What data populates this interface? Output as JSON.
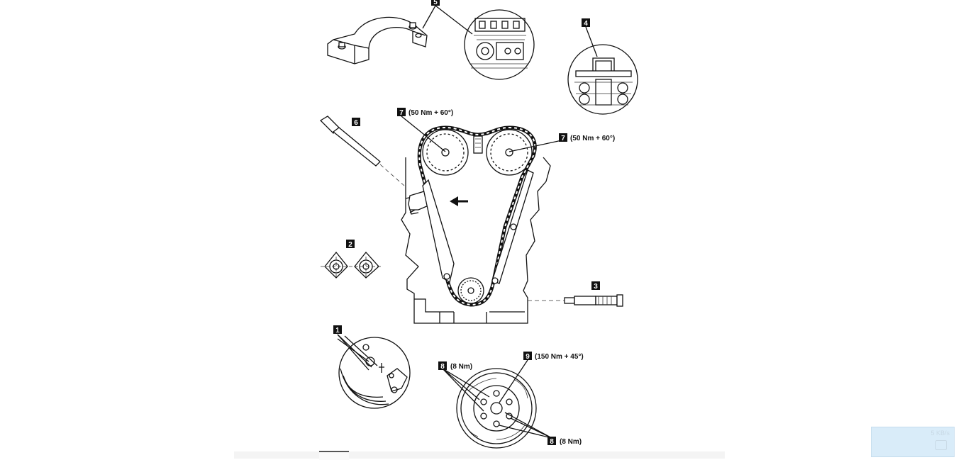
{
  "diagram": {
    "callouts": {
      "c1": {
        "num": "1",
        "text": ""
      },
      "c2": {
        "num": "2",
        "text": ""
      },
      "c3": {
        "num": "3",
        "text": ""
      },
      "c4": {
        "num": "4",
        "text": ""
      },
      "c5": {
        "num": "5",
        "text": ""
      },
      "c6": {
        "num": "6",
        "text": ""
      },
      "c7a": {
        "num": "7",
        "text": "(50 Nm + 60°)"
      },
      "c7b": {
        "num": "7",
        "text": "(50 Nm + 60°)"
      },
      "c8a": {
        "num": "8",
        "text": "(8 Nm)"
      },
      "c8b": {
        "num": "8",
        "text": "(8 Nm)"
      },
      "c9": {
        "num": "9",
        "text": "(150 Nm + 45°)"
      }
    }
  },
  "overlay": {
    "speed": "5 KB/s",
    "icon": "chat-bubble-icon"
  }
}
